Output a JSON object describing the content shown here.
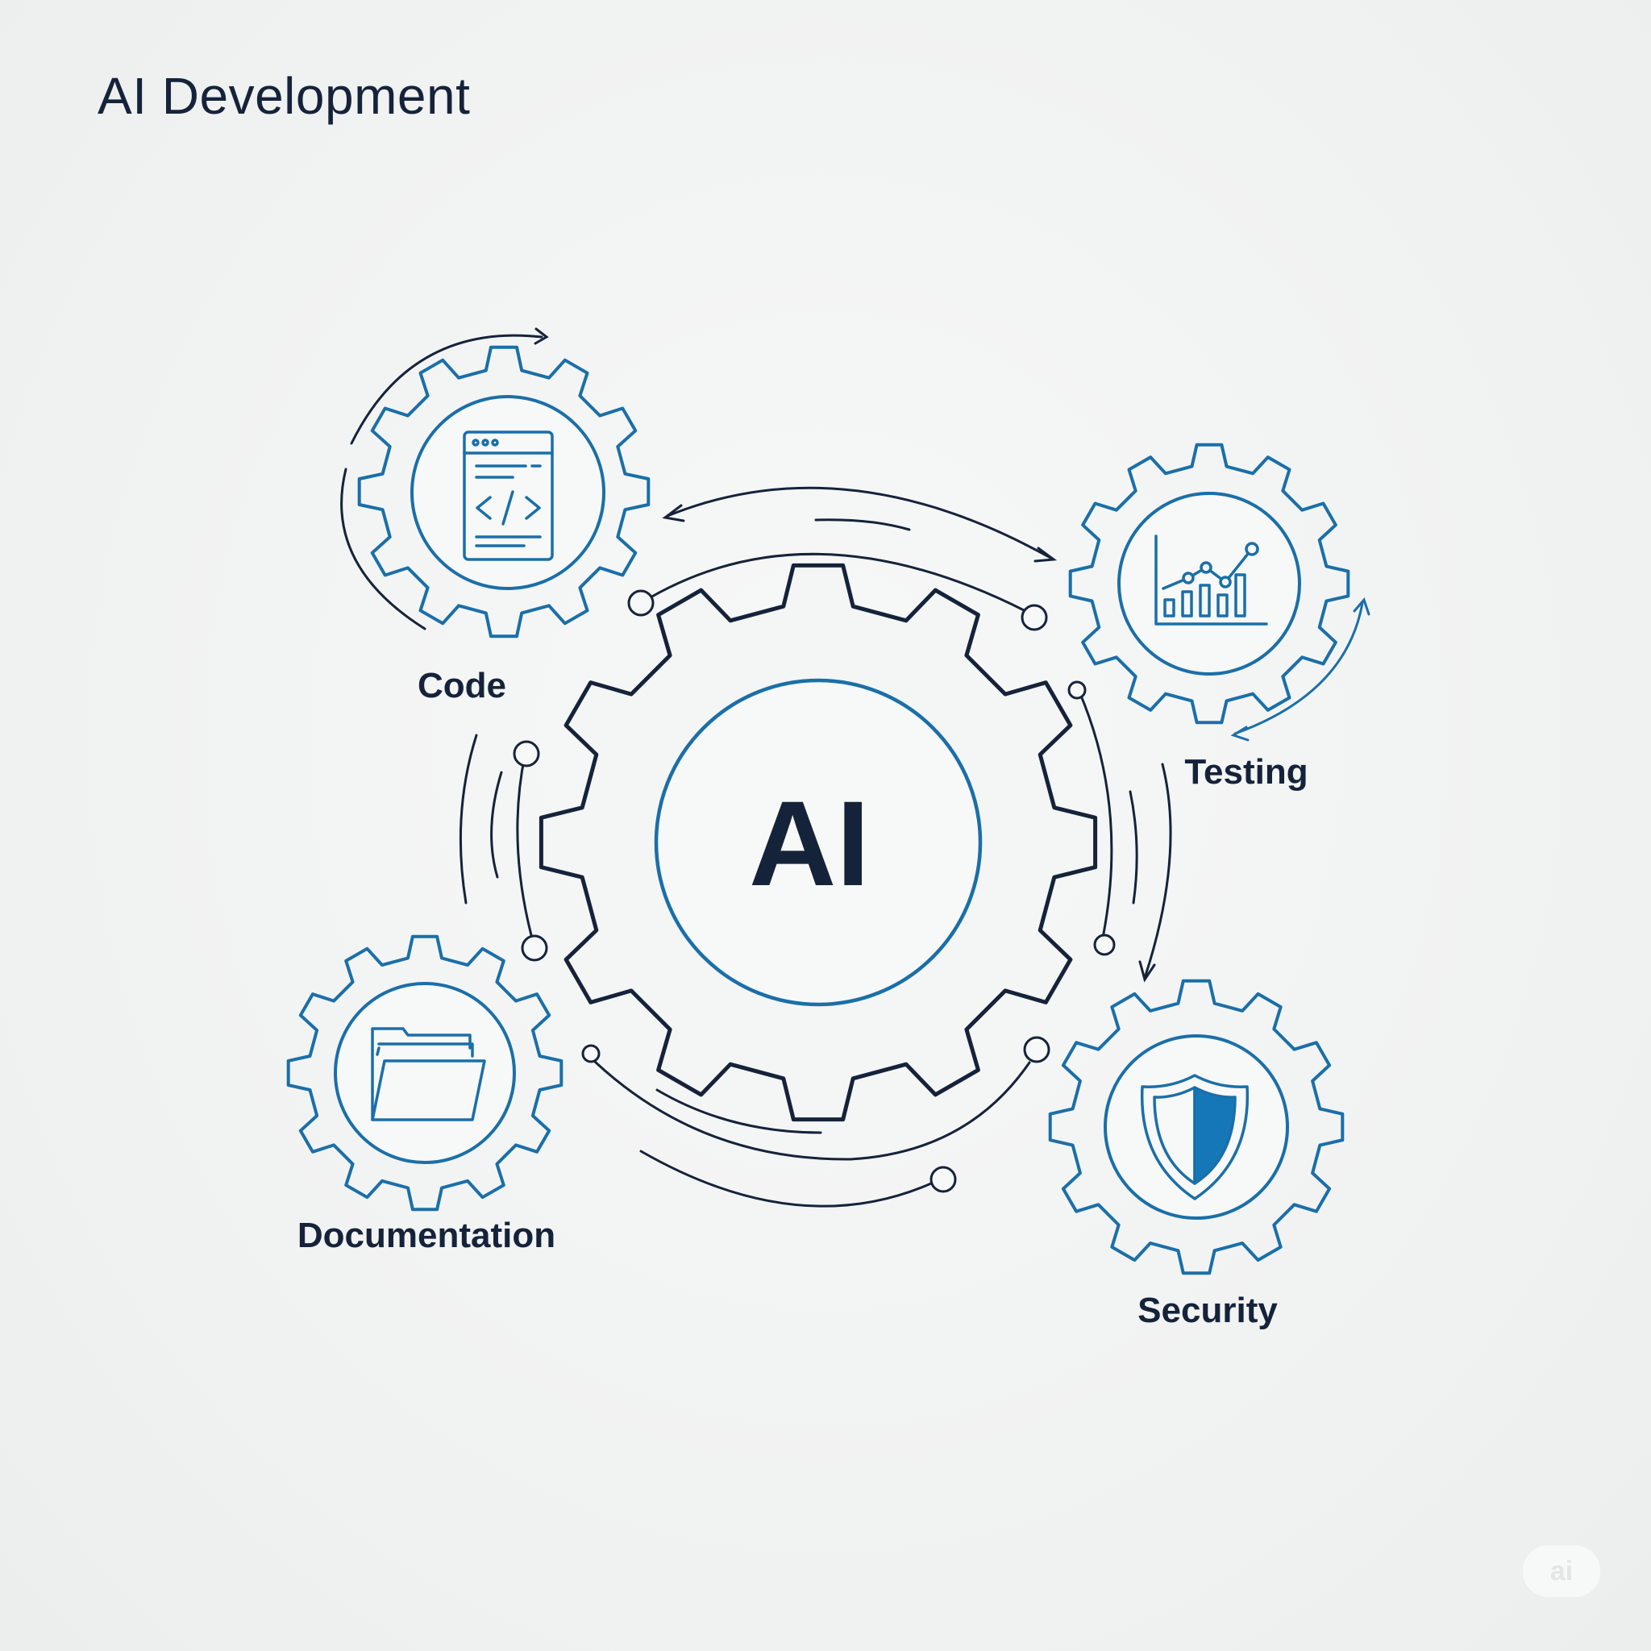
{
  "title": "AI Development",
  "center": {
    "label": "AI"
  },
  "nodes": [
    {
      "id": "code",
      "label": "Code",
      "icon": "code-window-icon"
    },
    {
      "id": "testing",
      "label": "Testing",
      "icon": "bar-chart-icon"
    },
    {
      "id": "documentation",
      "label": "Documentation",
      "icon": "folder-icon"
    },
    {
      "id": "security",
      "label": "Security",
      "icon": "shield-icon"
    }
  ],
  "watermark": "ai",
  "colors": {
    "background": "#f1f2f2",
    "dark": "#15233a",
    "blue": "#1a6fa8",
    "blue_fill": "#1577b8"
  }
}
